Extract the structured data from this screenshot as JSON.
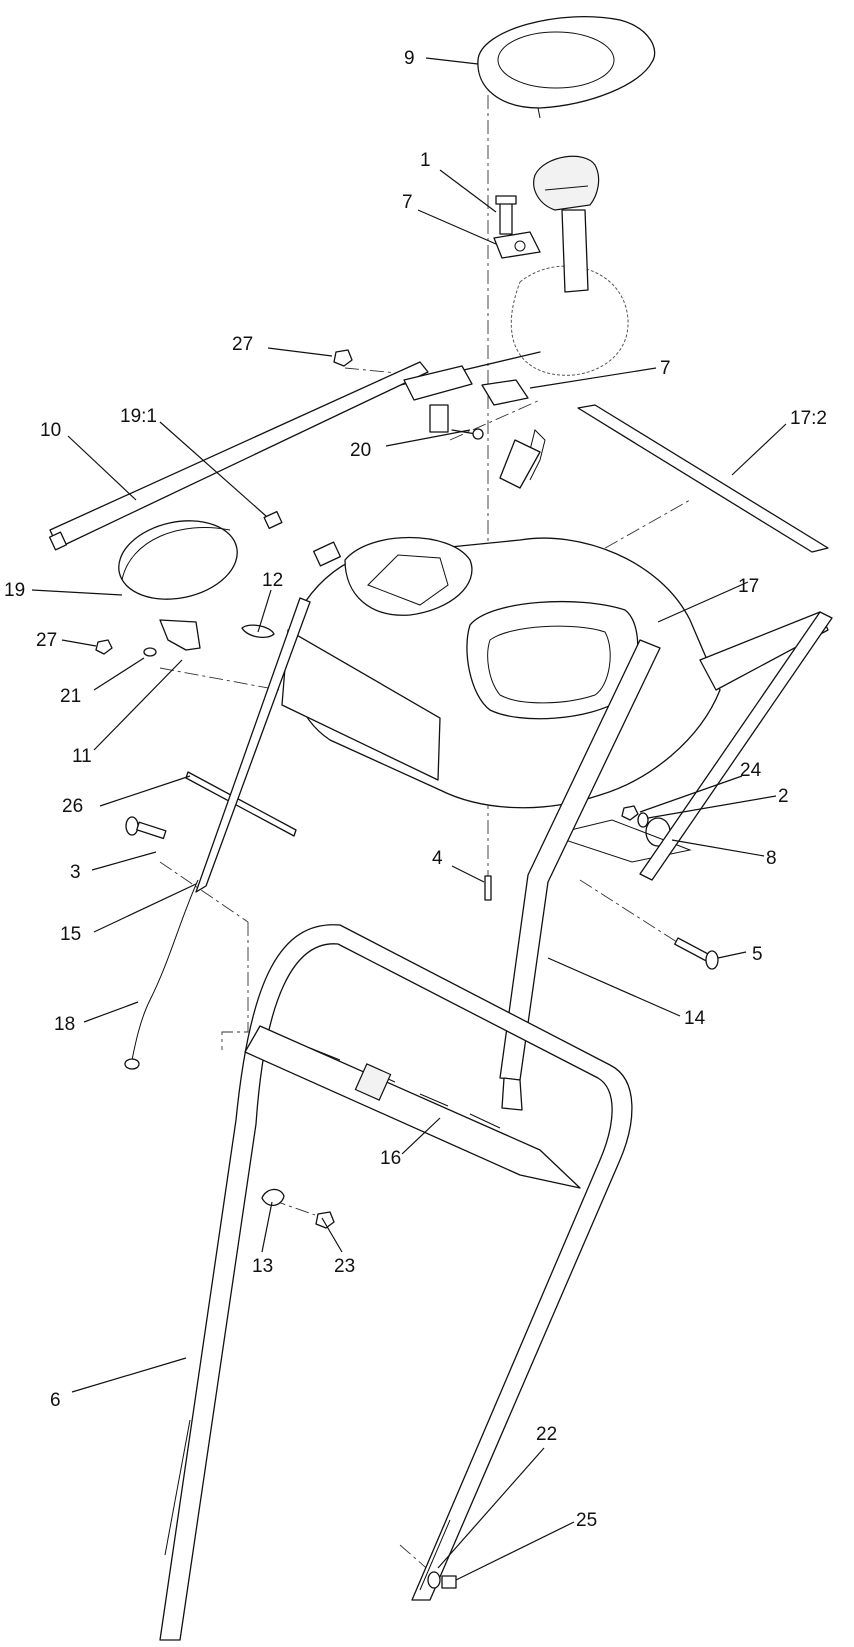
{
  "diagram": {
    "callouts": {
      "c9": "9",
      "c1": "1",
      "c7a": "7",
      "c27a": "27",
      "c7b": "7",
      "c10": "10",
      "c19_1": "19:1",
      "c20": "20",
      "c17_2": "17:2",
      "c19": "19",
      "c12": "12",
      "c17": "17",
      "c27b": "27",
      "c21": "21",
      "c11": "11",
      "c24": "24",
      "c2": "2",
      "c26": "26",
      "c8": "8",
      "c4": "4",
      "c3": "3",
      "c15": "15",
      "c5": "5",
      "c14": "14",
      "c18": "18",
      "c16": "16",
      "c13": "13",
      "c23": "23",
      "c6": "6",
      "c22": "22",
      "c25": "25"
    }
  }
}
